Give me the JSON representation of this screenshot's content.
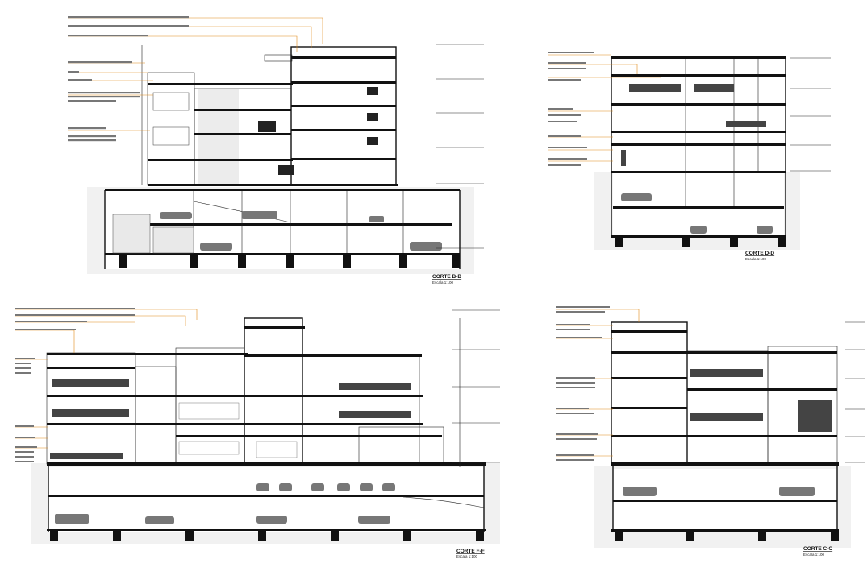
{
  "sheet": {
    "background": "#ffffff",
    "leader_color": "#e08a1a",
    "line_color": "#111111"
  },
  "sections": [
    {
      "id": "corte-b-b",
      "title": "CORTE B-B",
      "scale": "Escala 1:100"
    },
    {
      "id": "corte-d-d",
      "title": "CORTE D-D",
      "scale": "Escala 1:100"
    },
    {
      "id": "corte-f-f",
      "title": "CORTE F-F",
      "scale": "Escala 1:100"
    },
    {
      "id": "corte-c-c",
      "title": "CORTE C-C",
      "scale": "Escala 1:100"
    }
  ]
}
